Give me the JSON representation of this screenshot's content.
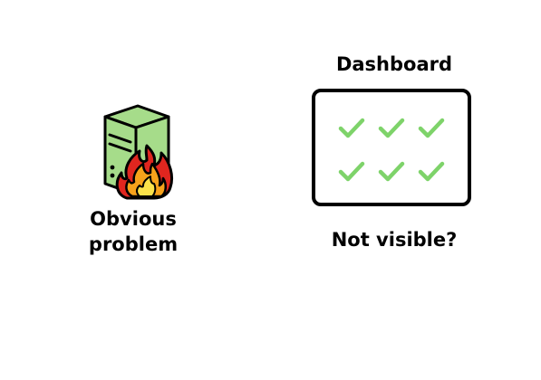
{
  "server": {
    "icon": "server-on-fire-icon",
    "caption_line1": "Obvious",
    "caption_line2": "problem",
    "colors": {
      "server_fill": "#a6dc8a",
      "outline": "#000000",
      "flame_outer": "#e0261f",
      "flame_inner": "#f7a21b",
      "flame_core": "#fbe24a"
    }
  },
  "dashboard": {
    "title": "Dashboard",
    "caption": "Not visible?",
    "check_icon": "check-icon",
    "check_count": 6,
    "check_color": "#7ed36a"
  }
}
